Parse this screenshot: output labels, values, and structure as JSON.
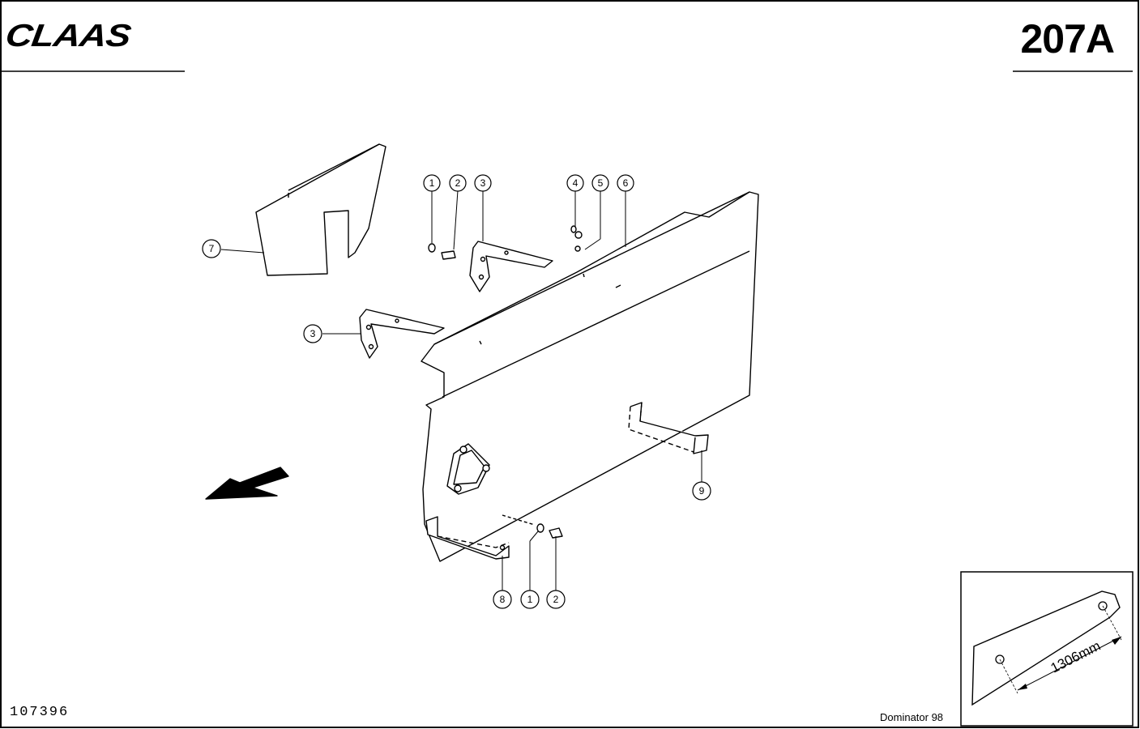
{
  "header": {
    "brand": "CLAAS",
    "page_number": "207A"
  },
  "footer": {
    "document_number": "107396",
    "model": "Dominator 98"
  },
  "callouts": {
    "c1a": "1",
    "c2a": "2",
    "c3a": "3",
    "c4": "4",
    "c5": "5",
    "c6": "6",
    "c7": "7",
    "c3b": "3",
    "c9": "9",
    "c8": "8",
    "c1b": "1",
    "c2b": "2"
  },
  "inset": {
    "dimension": "1306mm"
  }
}
